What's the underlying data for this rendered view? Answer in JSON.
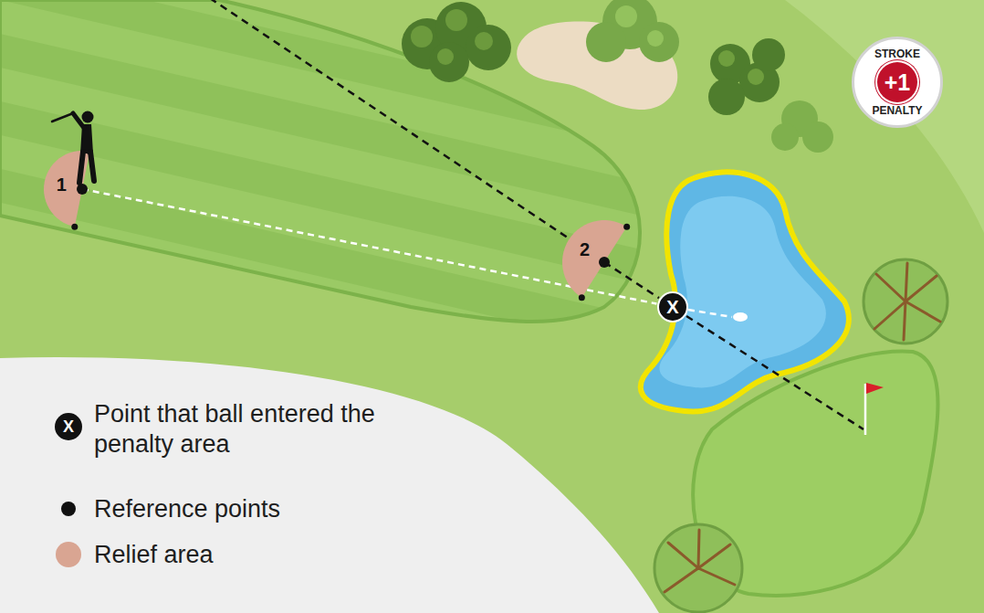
{
  "diagram": {
    "nodes": [
      {
        "text": [
          "1"
        ]
      },
      {
        "text": [
          "2"
        ]
      },
      {
        "text": [
          "X"
        ]
      },
      {
        "text": [
          "STROKE",
          "+1",
          "PENALTY"
        ]
      }
    ],
    "edges": [
      {
        "from": 0,
        "to": 2,
        "arrow": "none"
      },
      {
        "from": 1,
        "to": 2,
        "arrow": "none"
      }
    ],
    "labels": [
      "X"
    ],
    "legend": [
      {
        "text": "Point that ball entered the penalty area"
      },
      {
        "text": "Reference points"
      },
      {
        "text": "Relief area",
        "color": "#d9a592"
      }
    ]
  }
}
